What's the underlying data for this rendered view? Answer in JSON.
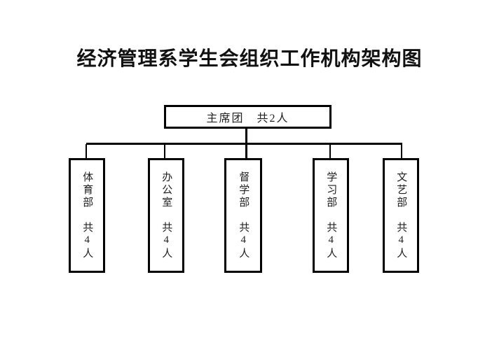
{
  "title": "经济管理系学生会组织工作机构架构图",
  "org_chart": {
    "root": {
      "label": "主席团　共2人"
    },
    "departments": [
      {
        "label": "体育部　共4人"
      },
      {
        "label": "办公室　共4人"
      },
      {
        "label": "督学部　共4人"
      },
      {
        "label": "学习部　共4人"
      },
      {
        "label": "文艺部　共4人"
      }
    ]
  },
  "colors": {
    "line": "#000000",
    "text": "#222222",
    "background": "#ffffff"
  }
}
